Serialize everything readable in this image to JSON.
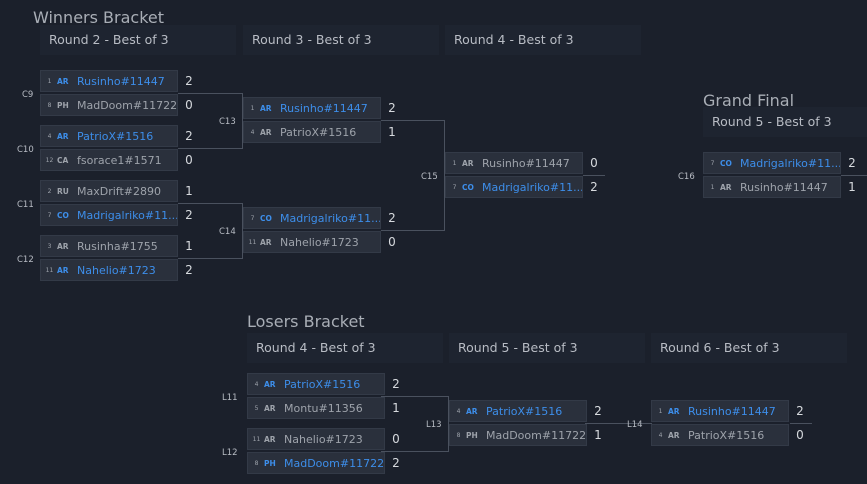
{
  "winners": {
    "title": "Winners Bracket",
    "rounds": [
      "Round 2 - Best of 3",
      "Round 3 - Best of 3",
      "Round 4 - Best of 3"
    ],
    "matches": [
      {
        "id": "C9",
        "p1": {
          "seed": "1",
          "flag": "AR",
          "name": "Rusinho#11447",
          "score": "2"
        },
        "p2": {
          "seed": "8",
          "flag": "PH",
          "name": "MadDoom#11722",
          "score": "0"
        },
        "winner": 1
      },
      {
        "id": "C10",
        "p1": {
          "seed": "4",
          "flag": "AR",
          "name": "PatrioX#1516",
          "score": "2"
        },
        "p2": {
          "seed": "12",
          "flag": "CA",
          "name": "fsorace1#1571",
          "score": "0"
        },
        "winner": 1
      },
      {
        "id": "C11",
        "p1": {
          "seed": "2",
          "flag": "RU",
          "name": "MaxDrift#2890",
          "score": "1"
        },
        "p2": {
          "seed": "7",
          "flag": "CO",
          "name": "Madrigalriko#11...",
          "score": "2"
        },
        "winner": 2
      },
      {
        "id": "C12",
        "p1": {
          "seed": "3",
          "flag": "AR",
          "name": "Rusinha#1755",
          "score": "1"
        },
        "p2": {
          "seed": "11",
          "flag": "AR",
          "name": "Nahelio#1723",
          "score": "2"
        },
        "winner": 2
      },
      {
        "id": "C13",
        "p1": {
          "seed": "1",
          "flag": "AR",
          "name": "Rusinho#11447",
          "score": "2"
        },
        "p2": {
          "seed": "4",
          "flag": "AR",
          "name": "PatrioX#1516",
          "score": "1"
        },
        "winner": 1
      },
      {
        "id": "C14",
        "p1": {
          "seed": "7",
          "flag": "CO",
          "name": "Madrigalriko#11...",
          "score": "2"
        },
        "p2": {
          "seed": "11",
          "flag": "AR",
          "name": "Nahelio#1723",
          "score": "0"
        },
        "winner": 1
      },
      {
        "id": "C15",
        "p1": {
          "seed": "1",
          "flag": "AR",
          "name": "Rusinho#11447",
          "score": "0"
        },
        "p2": {
          "seed": "7",
          "flag": "CO",
          "name": "Madrigalriko#11...",
          "score": "2"
        },
        "winner": 2
      }
    ]
  },
  "grand_final": {
    "title": "Grand Final",
    "round": "Round 5 - Best of 3",
    "match": {
      "id": "C16",
      "p1": {
        "seed": "7",
        "flag": "CO",
        "name": "Madrigalriko#11...",
        "score": "2"
      },
      "p2": {
        "seed": "1",
        "flag": "AR",
        "name": "Rusinho#11447",
        "score": "1"
      },
      "winner": 1
    }
  },
  "losers": {
    "title": "Losers Bracket",
    "rounds": [
      "Round 4 - Best of 3",
      "Round 5 - Best of 3",
      "Round 6 - Best of 3"
    ],
    "matches": [
      {
        "id": "L11",
        "p1": {
          "seed": "4",
          "flag": "AR",
          "name": "PatrioX#1516",
          "score": "2"
        },
        "p2": {
          "seed": "5",
          "flag": "AR",
          "name": "Montu#11356",
          "score": "1"
        },
        "winner": 1
      },
      {
        "id": "L12",
        "p1": {
          "seed": "11",
          "flag": "AR",
          "name": "Nahelio#1723",
          "score": "0"
        },
        "p2": {
          "seed": "8",
          "flag": "PH",
          "name": "MadDoom#11722",
          "score": "2"
        },
        "winner": 2
      },
      {
        "id": "L13",
        "p1": {
          "seed": "4",
          "flag": "AR",
          "name": "PatrioX#1516",
          "score": "2"
        },
        "p2": {
          "seed": "8",
          "flag": "PH",
          "name": "MadDoom#11722",
          "score": "1"
        },
        "winner": 1
      },
      {
        "id": "L14",
        "p1": {
          "seed": "1",
          "flag": "AR",
          "name": "Rusinho#11447",
          "score": "2"
        },
        "p2": {
          "seed": "4",
          "flag": "AR",
          "name": "PatrioX#1516",
          "score": "0"
        },
        "winner": 1
      }
    ]
  },
  "colors": {
    "background": "#1b202b",
    "slot": "#2a303c",
    "winner_text": "#3d8eea",
    "loser_text": "#9ea3ab",
    "connector": "#4a515e"
  }
}
